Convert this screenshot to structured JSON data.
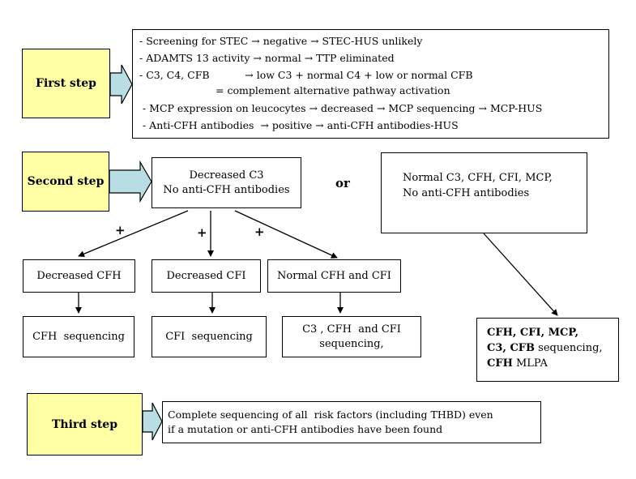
{
  "steps": {
    "first": "First step",
    "second": "Second step",
    "third": "Third step"
  },
  "first_box": {
    "line1": "- Screening for STEC → negative → STEC-HUS unlikely",
    "line2": "- ADAMTS 13 activity  → normal → TTP eliminated",
    "line3": "- C3, C4, CFB           → low C3 + normal C4 + low or normal CFB",
    "line4": "= complement alternative pathway activation",
    "line5": " - MCP expression on leucocytes → decreased → MCP sequencing → MCP-HUS",
    "line6": " - Anti-CFH antibodies  → positive → anti-CFH antibodies-HUS"
  },
  "second": {
    "main_line1": "Decreased C3",
    "main_line2": "No anti-CFH antibodies",
    "or_label": "or",
    "alt_line1": "Normal C3, CFH, CFI, MCP,",
    "alt_line2": "No anti-CFH antibodies",
    "plus": "+",
    "branches": {
      "cfh": "Decreased CFH",
      "cfi": "Decreased CFI",
      "normal": "Normal CFH and CFI"
    },
    "results": {
      "cfh": "CFH  sequencing",
      "cfi": "CFI  sequencing",
      "normal_line1": "C3 , CFH  and CFI",
      "normal_line2": "sequencing,"
    },
    "alt_result": {
      "bold1": "CFH, CFI, MCP,",
      "bold2": "C3, CFB",
      "text2": " sequencing,",
      "bold3": "CFH",
      "text3": " MLPA"
    }
  },
  "third_box": {
    "line1": "Complete sequencing of all  risk factors (including THBD) even",
    "line2": "if a mutation or anti-CFH antibodies have been found"
  }
}
